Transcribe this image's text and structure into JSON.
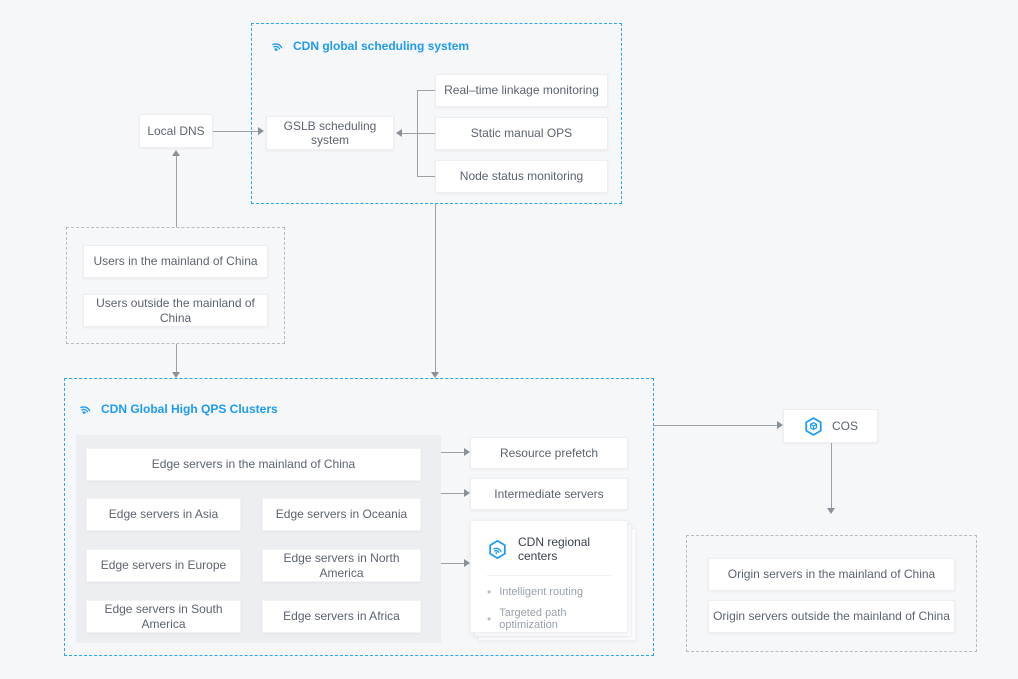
{
  "colors": {
    "accent_blue": "#1d9bf5",
    "dashed_blue": "#2ea4f6",
    "dashed_gray": "#b8bcc2",
    "line_gray": "#9ba1a8",
    "box_text": "#5c6470",
    "panel_gray": "#eceef1",
    "background": "#f6f7f9"
  },
  "icons": {
    "section_title": "cdn-waves-icon",
    "regional_centers": "hexagon-waves-icon",
    "cos": "hexagon-cube-icon"
  },
  "scheduling_box": {
    "title": "CDN global scheduling system",
    "gslb_label": "GSLB scheduling system",
    "monitors": [
      "Real–time linkage monitoring",
      "Static manual OPS",
      "Node status monitoring"
    ]
  },
  "local_dns_label": "Local DNS",
  "users_box": {
    "items": [
      "Users in the mainland of China",
      "Users outside the mainland of China"
    ]
  },
  "clusters_box": {
    "title": "CDN Global High QPS Clusters",
    "edge_main": "Edge servers in the mainland of China",
    "edge_grid": [
      "Edge servers in Asia",
      "Edge servers in Oceania",
      "Edge servers in Europe",
      "Edge servers in North America",
      "Edge servers in South America",
      "Edge servers in Africa"
    ],
    "resource_prefetch_label": "Resource prefetch",
    "intermediate_servers_label": "Intermediate servers",
    "regional_centers": {
      "title": "CDN regional centers",
      "bullets": [
        "Intelligent routing",
        "Targeted path optimization"
      ]
    }
  },
  "cos_label": "COS",
  "origin_box": {
    "items": [
      "Origin servers in the mainland of China",
      "Origin servers outside the mainland of China"
    ]
  }
}
